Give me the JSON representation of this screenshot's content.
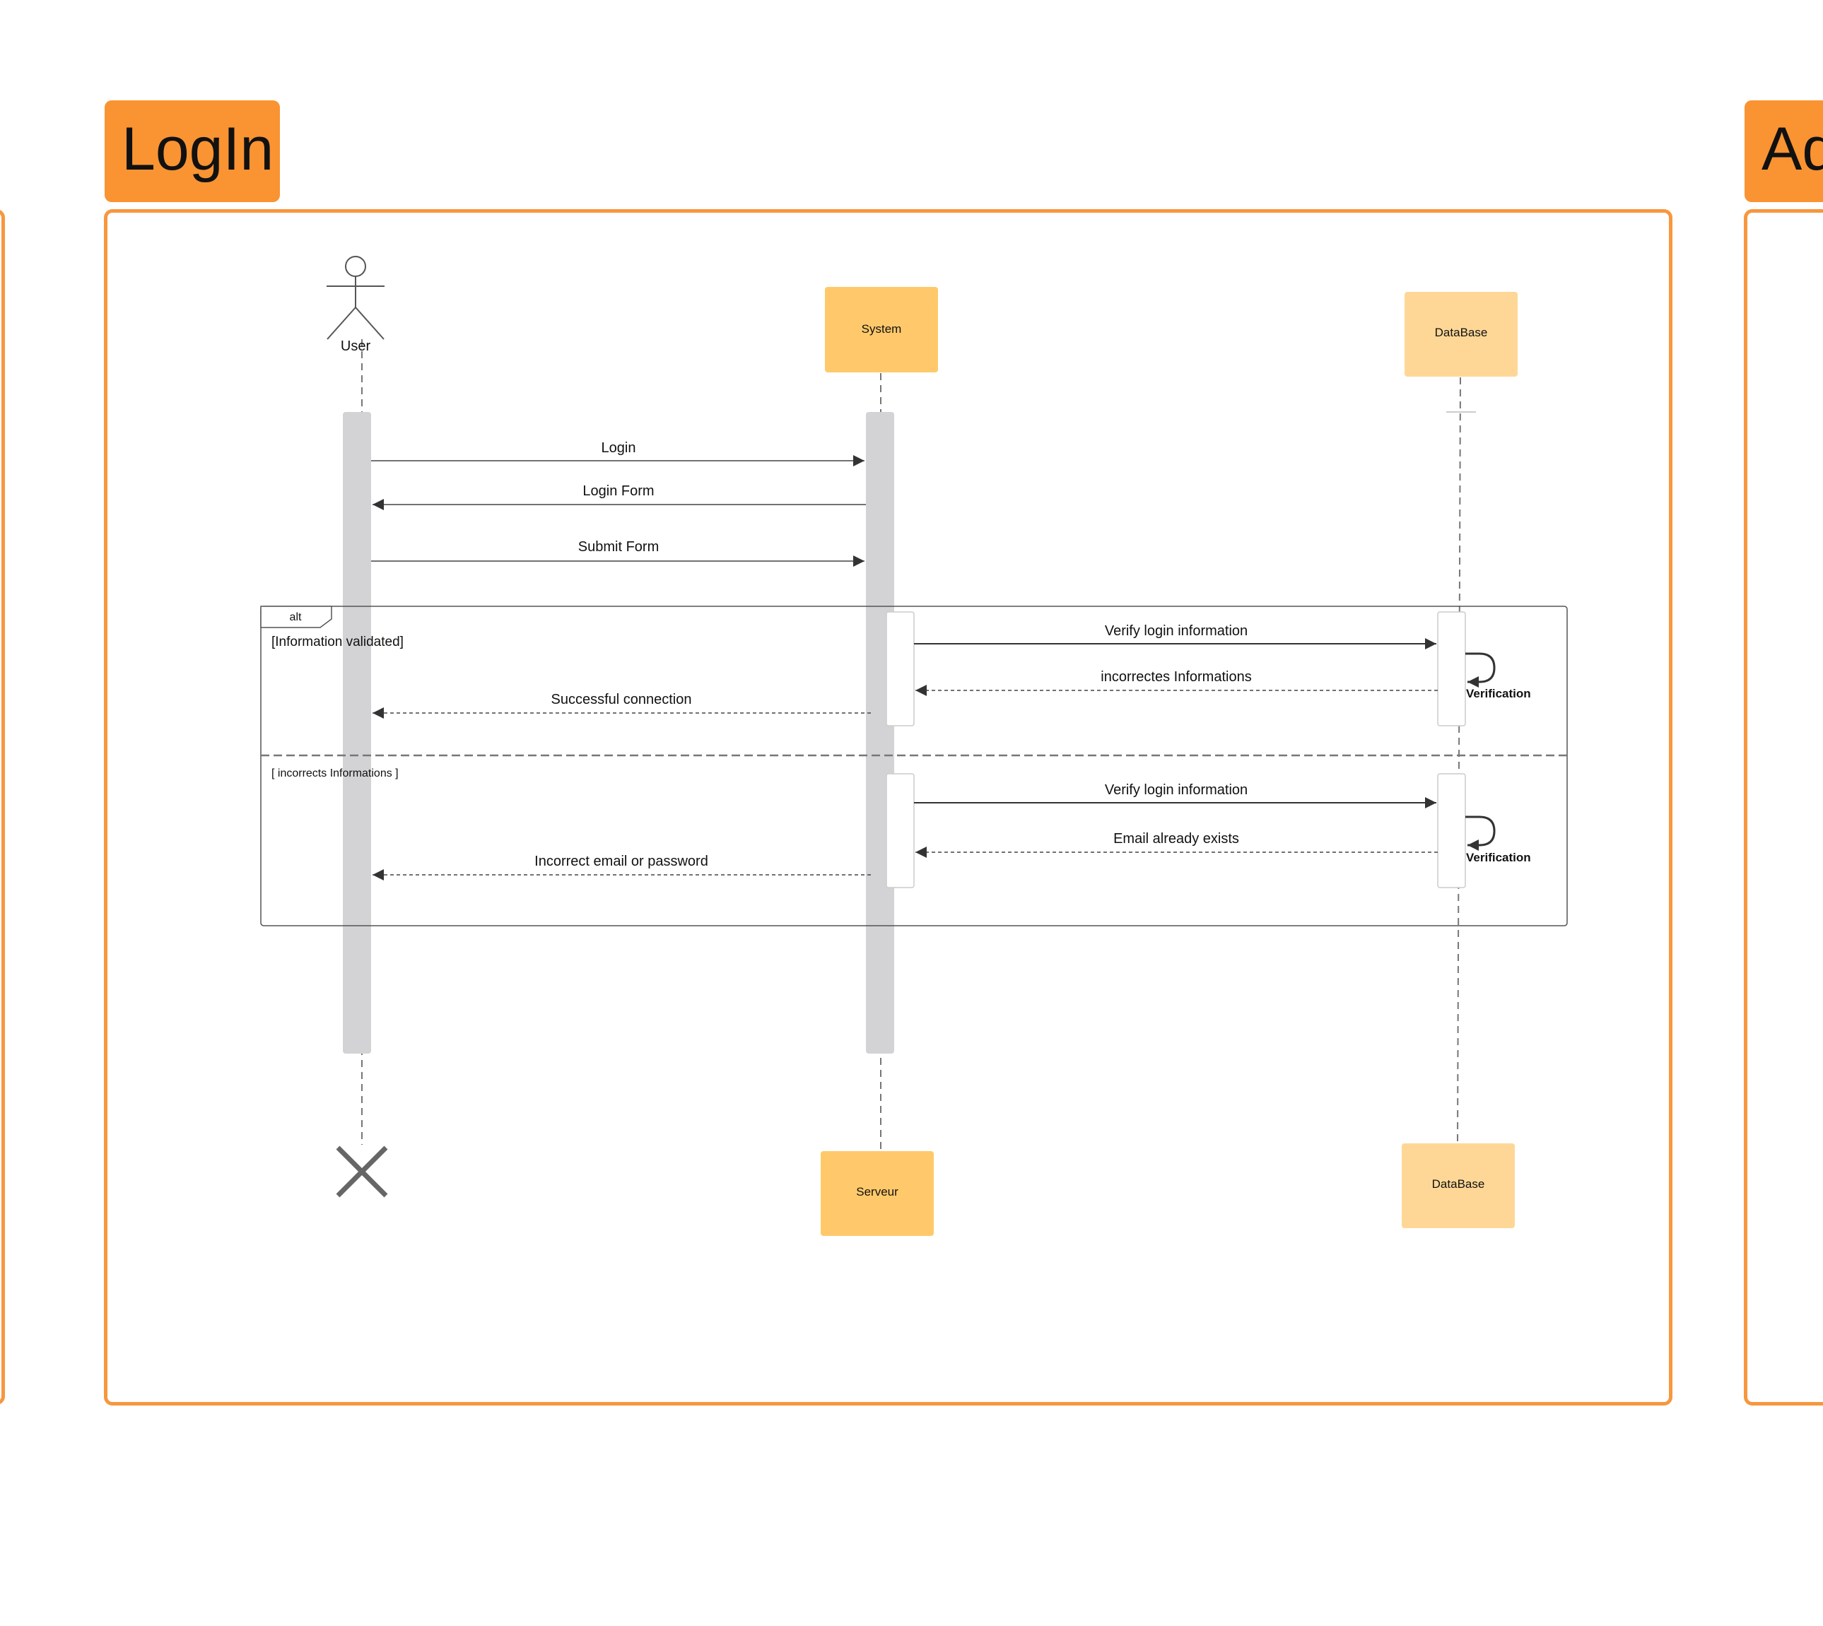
{
  "frames": {
    "main_title": "LogIn",
    "right_title_partial": "Ad"
  },
  "participants": {
    "actor": "User",
    "system": "System",
    "database_top": "DataBase",
    "server_bottom": "Serveur",
    "database_bottom": "DataBase"
  },
  "messages": {
    "login": "Login",
    "login_form": "Login Form",
    "submit_form": "Submit Form"
  },
  "alt_fragment": {
    "operator": "alt",
    "guard_1": "[Information validated]",
    "guard_2": "[ incorrects Informations ]",
    "branch_1": {
      "verify": "Verify login information",
      "db_reply": "incorrectes Informations",
      "self_call": "Verification",
      "user_reply": "Successful connection"
    },
    "branch_2": {
      "verify": "Verify login information",
      "db_reply": "Email already exists",
      "self_call": "Verification",
      "user_reply": "Incorrect email or password"
    }
  },
  "colors": {
    "accent_orange": "#fa9332",
    "frame_border": "#f7973e",
    "participant_fill": "#ffc96b",
    "participant_fill_light": "#fed796",
    "activation_bar": "#d3d3d5"
  }
}
